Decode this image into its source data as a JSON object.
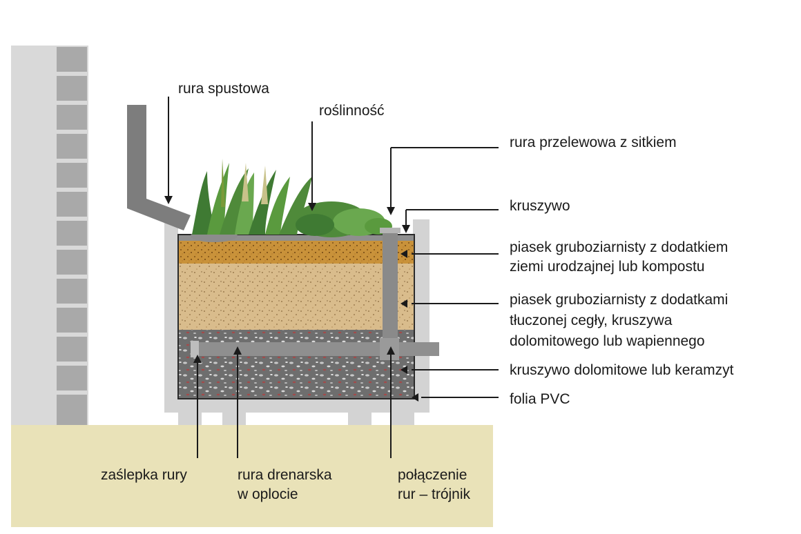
{
  "labels": {
    "downspout": "rura spustowa",
    "vegetation": "roślinność",
    "overflow_pipe": "rura przelewowa z sitkiem",
    "aggregate": "kruszywo",
    "layer_top_line1": "piasek gruboziarnisty z dodatkiem",
    "layer_top_line2": "ziemi urodzajnej lub kompostu",
    "layer_mid_line1": "piasek gruboziarnisty z dodatkami",
    "layer_mid_line2": "tłuczonej cegły, kruszywa",
    "layer_mid_line3": "dolomitowego lub wapiennego",
    "layer_bottom": "kruszywo dolomitowe lub keramzyt",
    "foil": "folia PVC",
    "pipe_cap": "zaślepka rury",
    "drain_pipe_line1": "rura drenarska",
    "drain_pipe_line2": "w oplocie",
    "tee_line1": "połączenie",
    "tee_line2": "rur – trójnik"
  },
  "colors": {
    "wall": "#d9d9d9",
    "brick": "#a9a9a9",
    "ground": "#e9e2b8",
    "frame": "#d3d3d3",
    "pipe": "#7d7d7d",
    "topsoil": "#c9923a",
    "sand": "#d9bc8c",
    "gravel": "#6e6e6e",
    "plants": "#4f8a3a",
    "line": "#1a1a1a"
  }
}
